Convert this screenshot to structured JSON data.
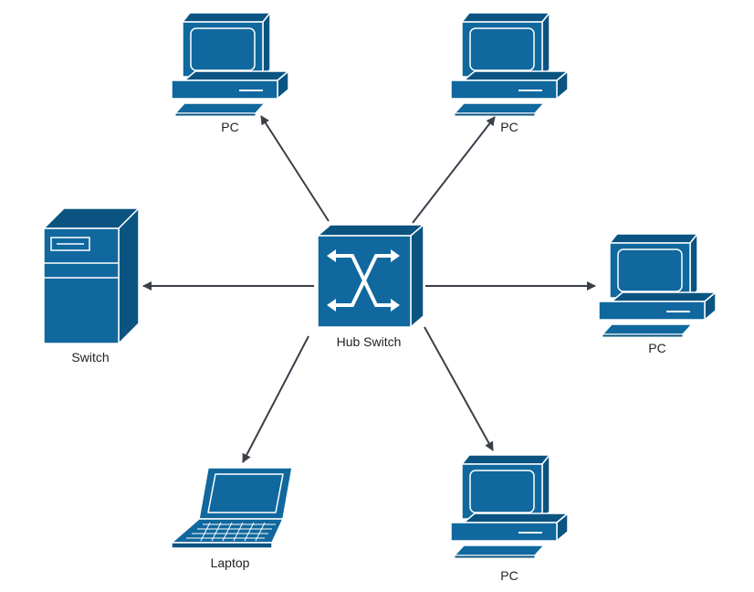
{
  "colors": {
    "device_front": "#10689e",
    "device_side": "#0b5482",
    "device_outline": "#ffffff",
    "connector": "#3a3f4a",
    "label": "#222222"
  },
  "nodes": {
    "hub": {
      "label": "Hub Switch",
      "icon": "hub-switch-icon"
    },
    "pc_top_left": {
      "label": "PC",
      "icon": "desktop-pc-icon"
    },
    "pc_top_right": {
      "label": "PC",
      "icon": "desktop-pc-icon"
    },
    "pc_right": {
      "label": "PC",
      "icon": "desktop-pc-icon"
    },
    "pc_bottom_right": {
      "label": "PC",
      "icon": "desktop-pc-icon"
    },
    "switch_left": {
      "label": "Switch",
      "icon": "server-tower-icon"
    },
    "laptop": {
      "label": "Laptop",
      "icon": "laptop-icon"
    }
  }
}
